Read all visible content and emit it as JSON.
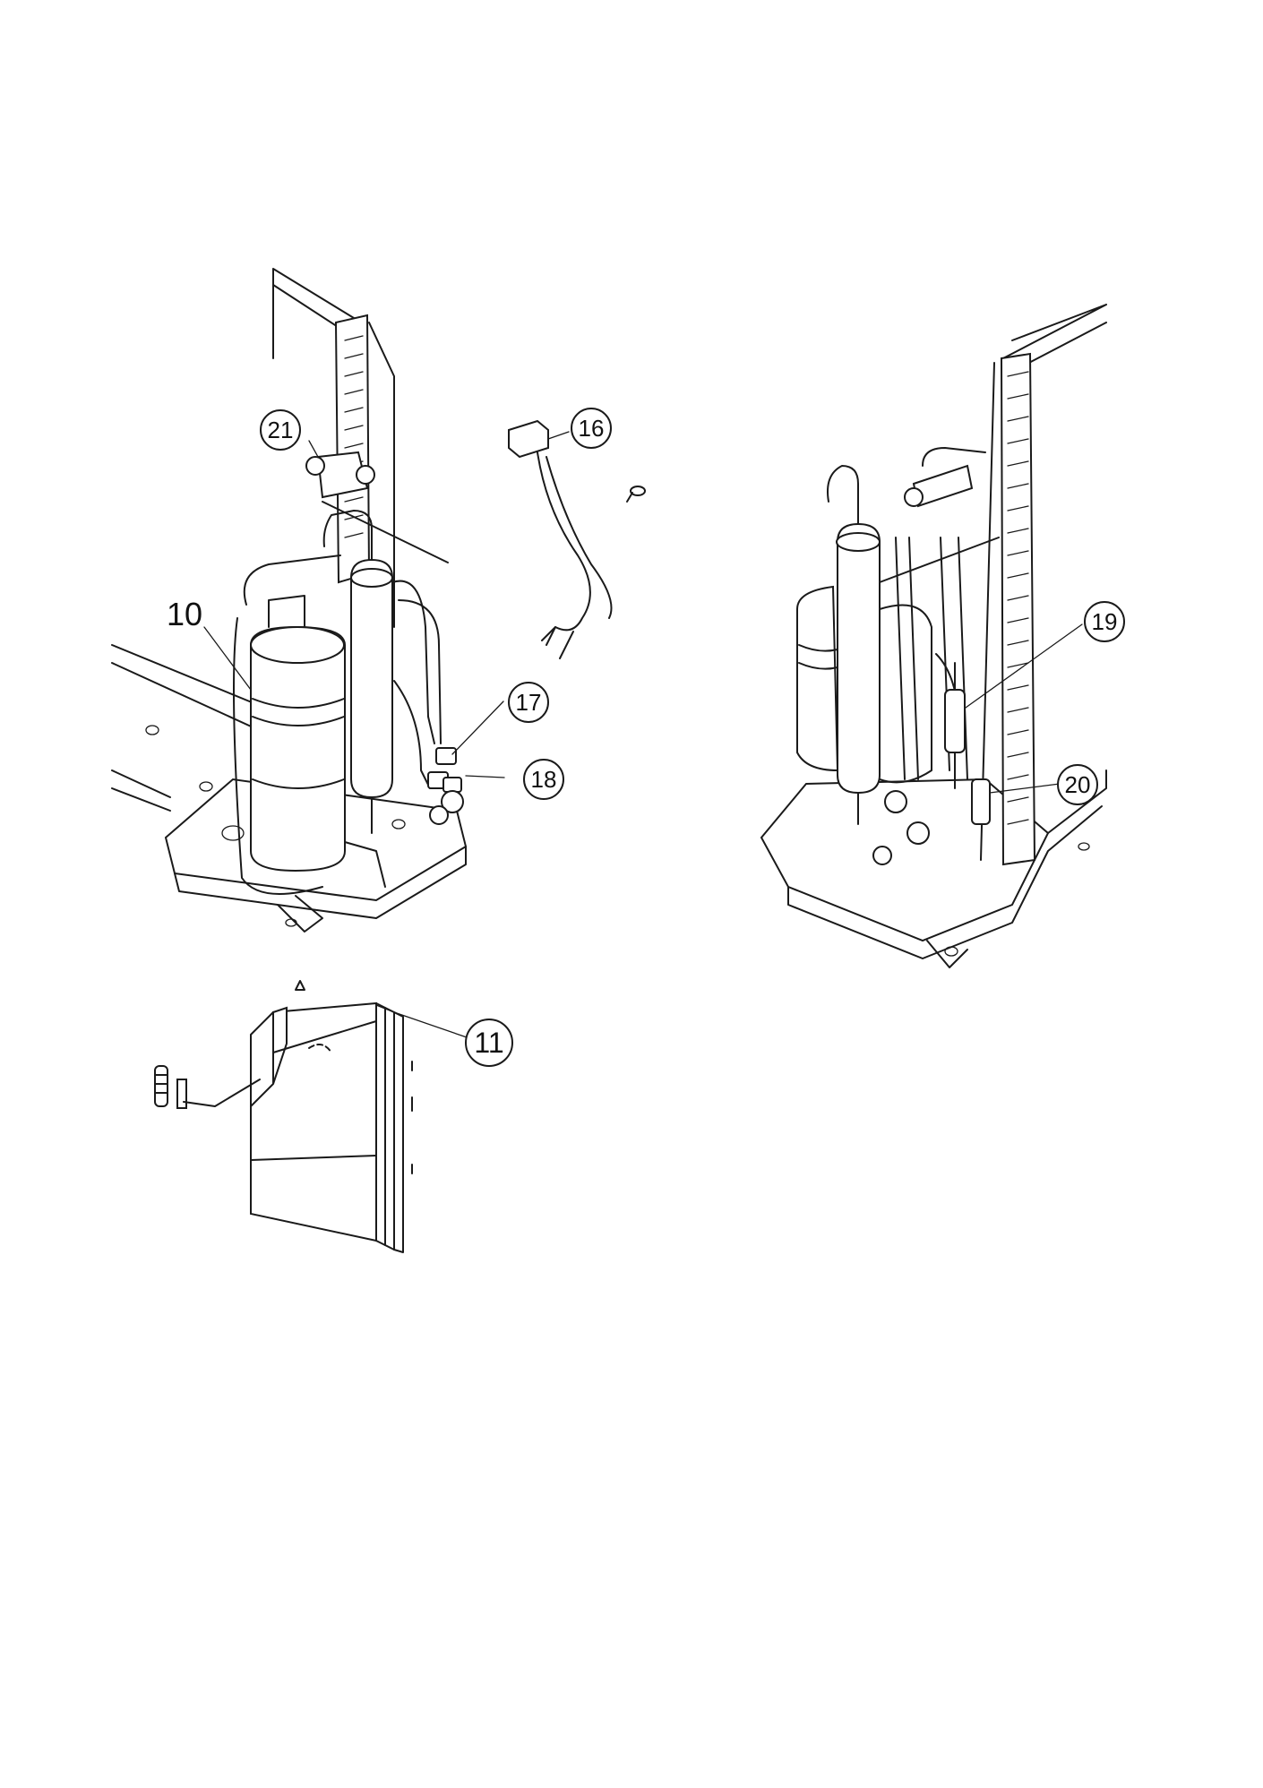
{
  "callouts": {
    "c21": "21",
    "c16": "16",
    "c10": "10",
    "c17": "17",
    "c18": "18",
    "c19": "19",
    "c20": "20",
    "c11": "11"
  }
}
